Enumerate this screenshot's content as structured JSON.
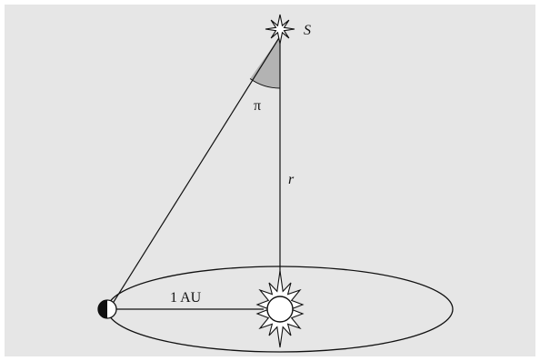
{
  "diagram": {
    "background_color": "#e6e6e6",
    "line_color": "#111111",
    "angle_fill_color": "#b3b3b3",
    "labels": {
      "star": "S",
      "parallax_angle": "π",
      "distance": "r",
      "baseline": "1 AU"
    },
    "icons": {
      "star": "four-point-star-icon",
      "sun": "sun-icon",
      "earth": "half-lit-earth-icon"
    }
  }
}
